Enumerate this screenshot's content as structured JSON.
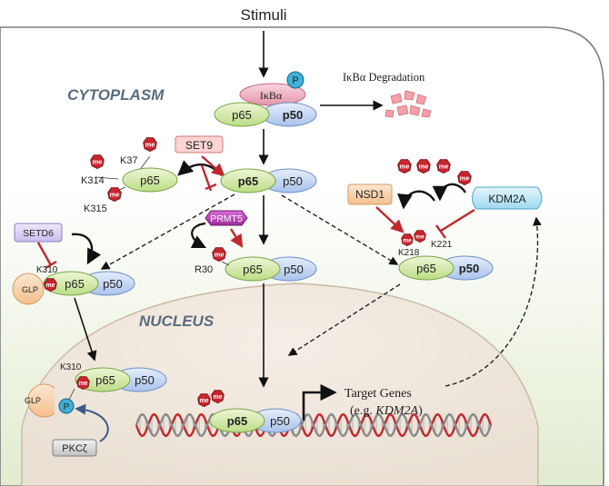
{
  "title": "Stimuli",
  "regions": {
    "cytoplasm": "CYTOPLASM",
    "nucleus": "NUCLEUS"
  },
  "ikba": {
    "label": "IκBα",
    "phospho": "P",
    "degradation": "IκBα Degradation"
  },
  "proteins": {
    "p65": "p65",
    "p50": "p50"
  },
  "enzymes": {
    "set9": "SET9",
    "setd6": "SETD6",
    "prmt5": "PRMT5",
    "nsd1": "NSD1",
    "kdm2a": "KDM2A",
    "glp": "GLP",
    "pkcz": "PKCζ"
  },
  "sites": {
    "k37": "K37",
    "k314": "K314",
    "k315": "K315",
    "k310": "K310",
    "r30": "R30",
    "k218": "K218",
    "k221": "K221"
  },
  "me_label": "me",
  "target_genes": {
    "label": "Target Genes",
    "example_prefix": "(e.g. ",
    "example_gene": "KDM2A",
    "example_suffix": ")"
  },
  "colors": {
    "green": "#cfe6a0",
    "blue": "#c5d6f2",
    "pink": "#f1b8c6",
    "red_mark": "#c8252e",
    "background": "#eef4e4"
  }
}
